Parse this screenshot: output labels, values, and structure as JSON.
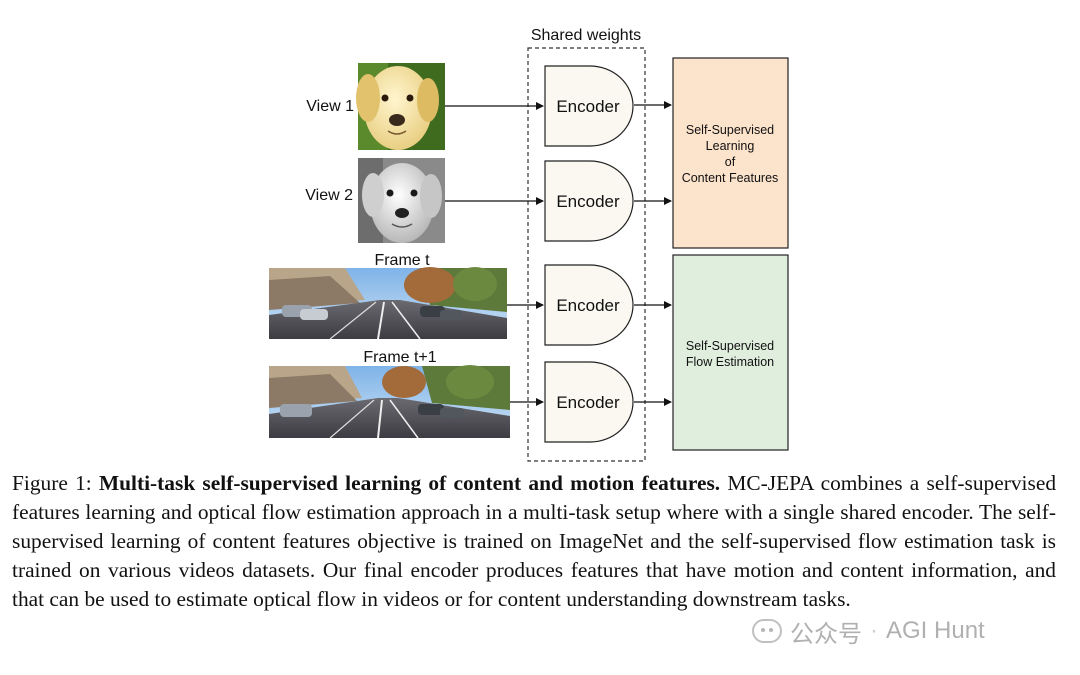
{
  "diagram": {
    "shared_weights_label": "Shared weights",
    "inputs": [
      {
        "label": "View 1"
      },
      {
        "label": "View 2"
      },
      {
        "label": "Frame t"
      },
      {
        "label": "Frame t+1"
      }
    ],
    "encoder_label": "Encoder",
    "content_box_lines": [
      "Self-Supervised",
      "Learning",
      "of",
      "Content Features"
    ],
    "flow_box_lines": [
      "Self-Supervised",
      "Flow Estimation"
    ],
    "colors": {
      "content_box": "#fce3cc",
      "flow_box": "#dfeedd",
      "encoder_fill": "#faf8f1"
    }
  },
  "caption": {
    "prefix": "Figure 1: ",
    "bold": "Multi-task self-supervised learning of content and motion features.",
    "body": " MC-JEPA combines a self-supervised features learning and optical flow estimation approach in a multi-task setup where with a single shared encoder.  The self-supervised learning of content features objective is trained on ImageNet and the self-supervised flow estimation task is trained on various videos datasets. Our final encoder produces features that have motion and content information, and that can be used to estimate optical flow in videos or for content understanding downstream tasks."
  },
  "watermark": {
    "left": "公众号",
    "separator": "·",
    "right": "AGI Hunt"
  }
}
